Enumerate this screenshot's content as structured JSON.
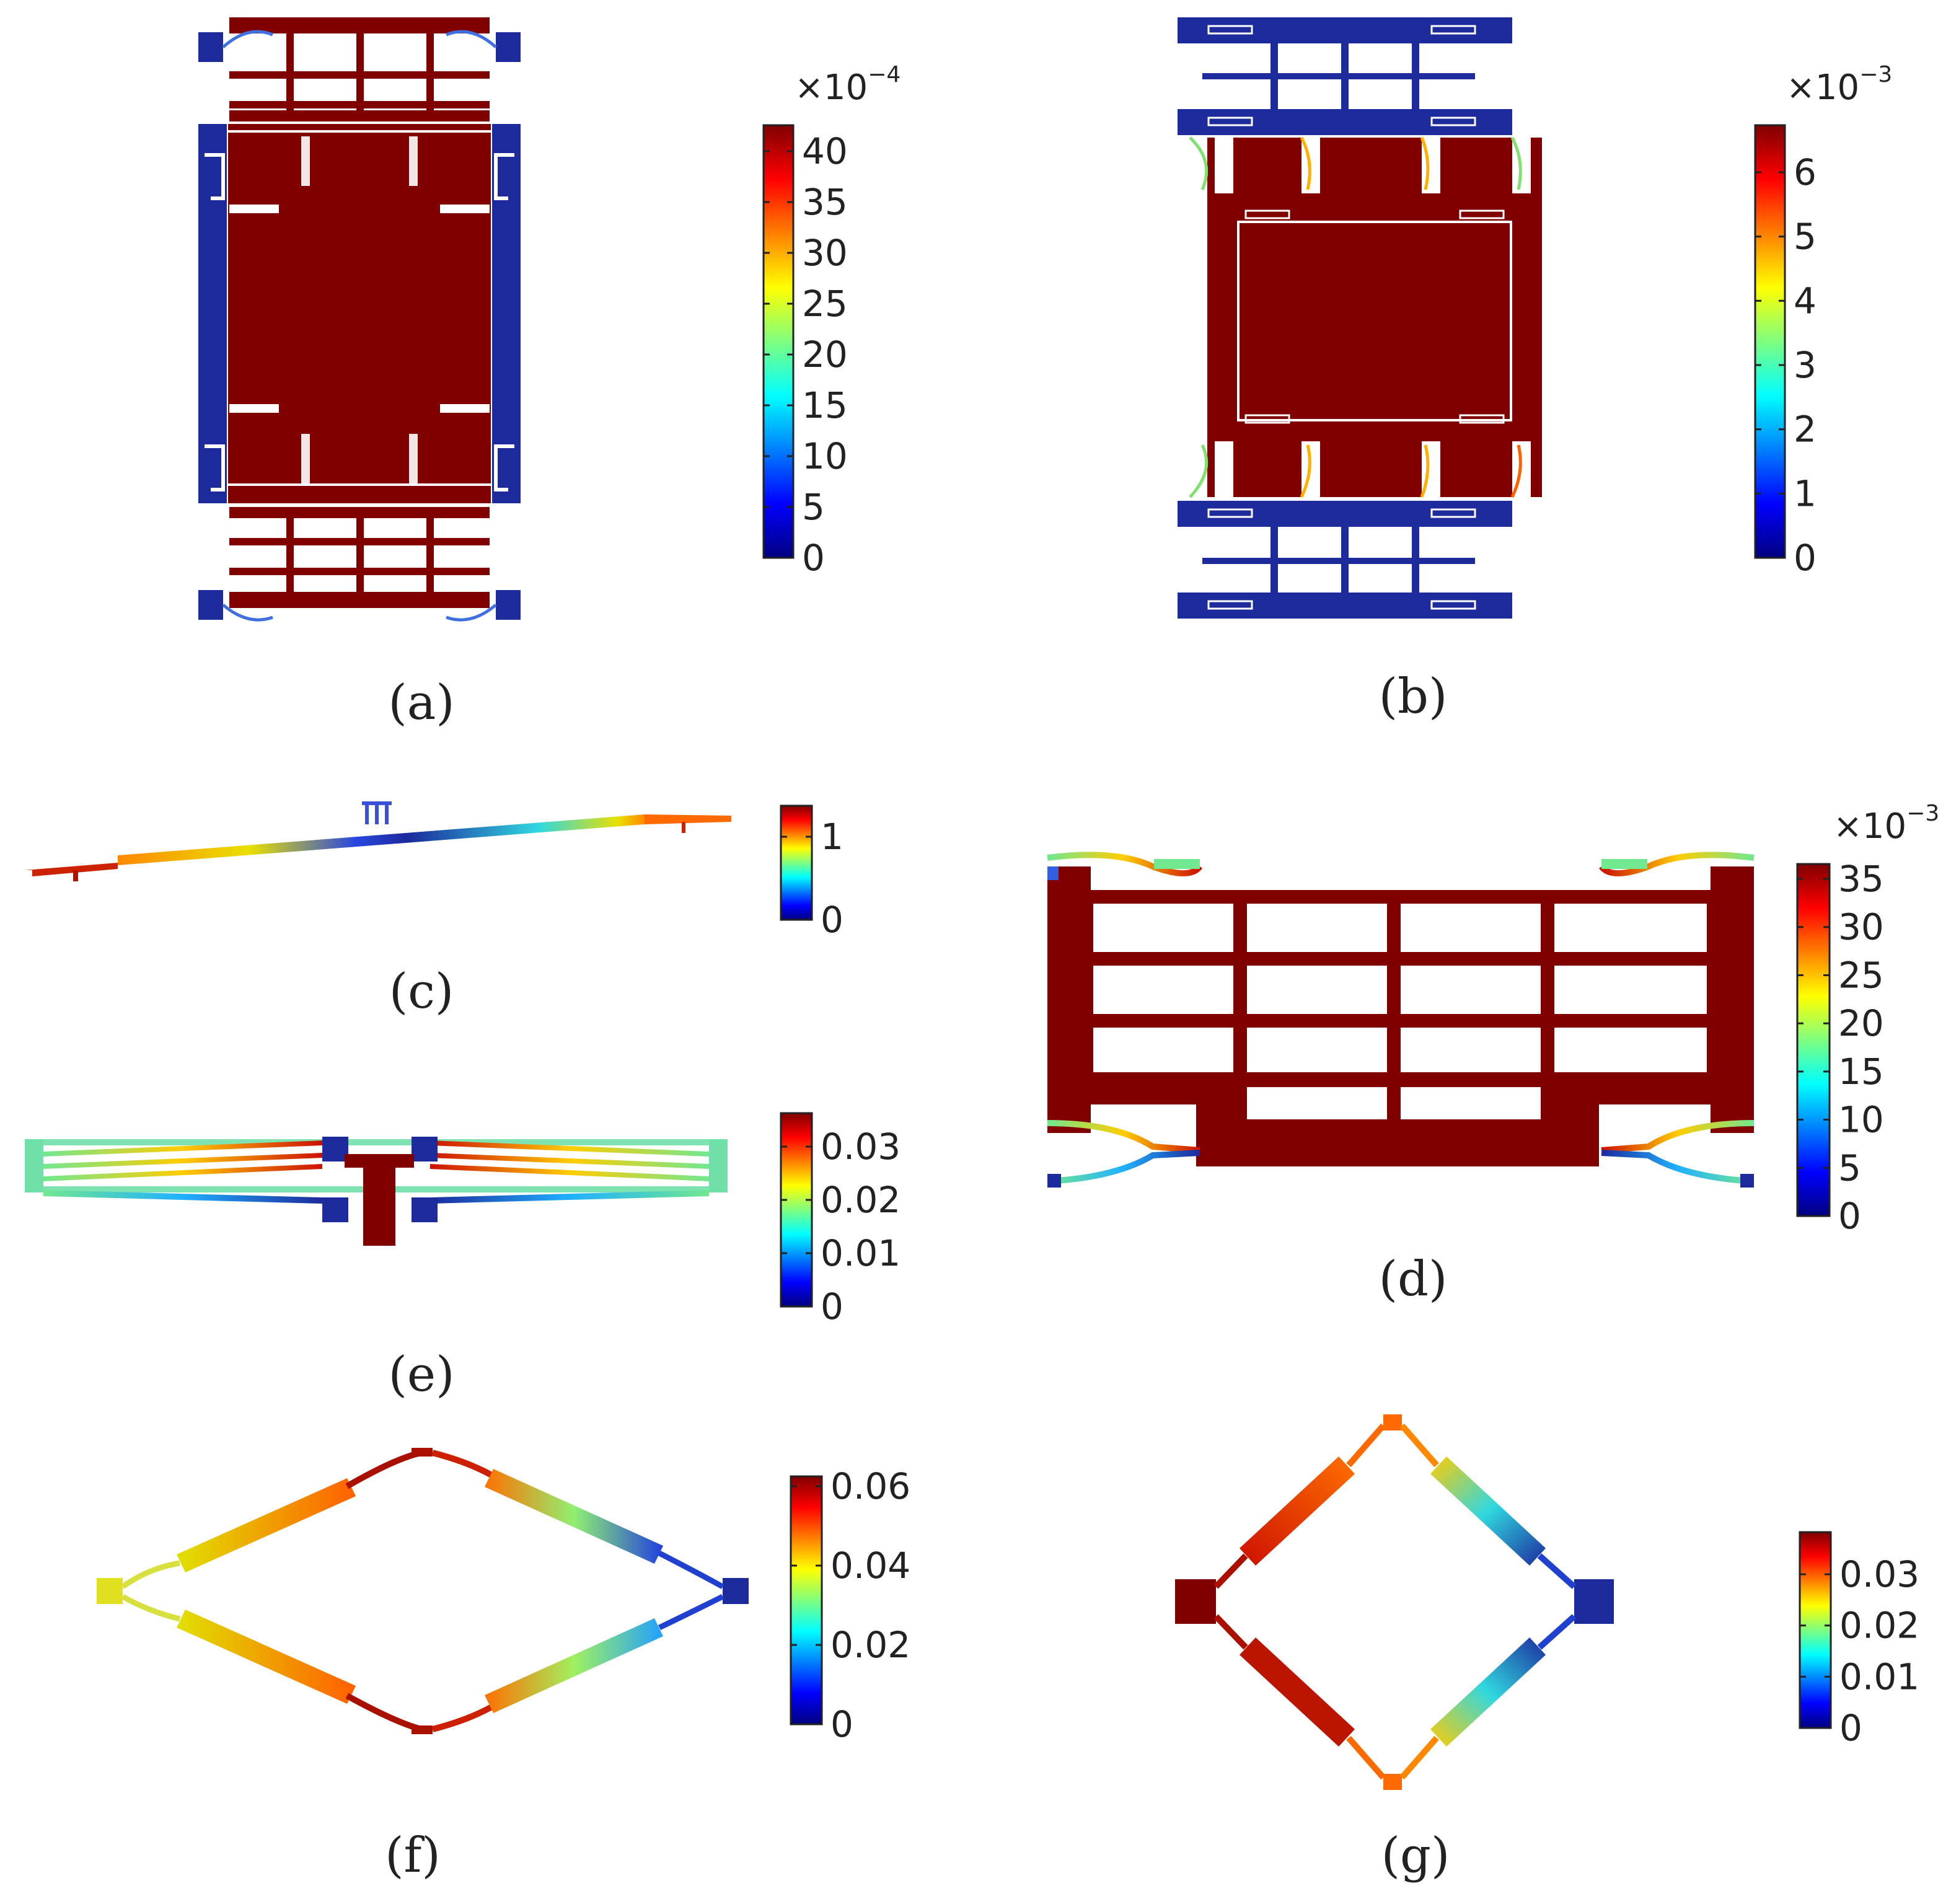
{
  "colors": {
    "max": "#800000",
    "min": "#1c2a9c",
    "outline": "#ffffff",
    "text": "#222222",
    "jet": [
      "#00007f",
      "#0000ff",
      "#007fff",
      "#00ffff",
      "#7fff7f",
      "#ffff00",
      "#ff7f00",
      "#ff0000",
      "#7f0000"
    ]
  },
  "panels": [
    {
      "caption": "(a)",
      "colorbar": {
        "multiplier_base": "×10",
        "multiplier_exp": "−4",
        "ticks": [
          "40",
          "35",
          "30",
          "25",
          "20",
          "15",
          "10",
          "5",
          "0"
        ]
      }
    },
    {
      "caption": "(b)",
      "colorbar": {
        "multiplier_base": "×10",
        "multiplier_exp": "−3",
        "ticks": [
          "6",
          "5",
          "4",
          "3",
          "2",
          "1",
          "0"
        ]
      }
    },
    {
      "caption": "(c)",
      "colorbar": {
        "multiplier_base": "",
        "multiplier_exp": "",
        "ticks": [
          "1",
          "0"
        ]
      }
    },
    {
      "caption": "(d)",
      "colorbar": {
        "multiplier_base": "×10",
        "multiplier_exp": "−3",
        "ticks": [
          "35",
          "30",
          "25",
          "20",
          "15",
          "10",
          "5",
          "0"
        ]
      }
    },
    {
      "caption": "(e)",
      "colorbar": {
        "multiplier_base": "",
        "multiplier_exp": "",
        "ticks": [
          "0.03",
          "0.02",
          "0.01",
          "0"
        ]
      }
    },
    {
      "caption": "(f)",
      "colorbar": {
        "multiplier_base": "",
        "multiplier_exp": "",
        "ticks": [
          "0.06",
          "0.04",
          "0.02",
          "0"
        ]
      }
    },
    {
      "caption": "(g)",
      "colorbar": {
        "multiplier_base": "",
        "multiplier_exp": "",
        "ticks": [
          "0.03",
          "0.02",
          "0.01",
          "0"
        ]
      }
    }
  ]
}
